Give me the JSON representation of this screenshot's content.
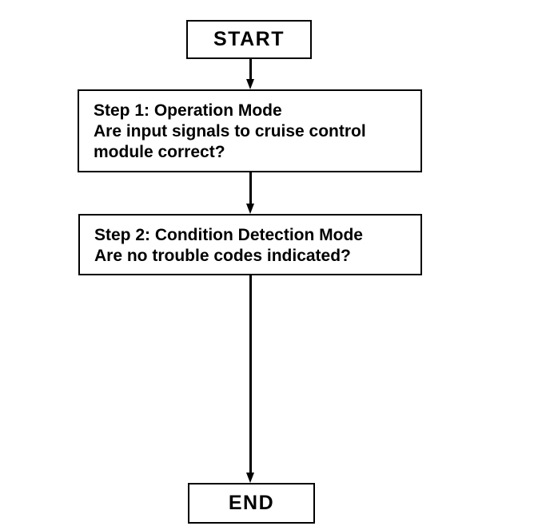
{
  "diagram": {
    "type": "flowchart",
    "orientation": "vertical",
    "background_color": "#ffffff",
    "line_color": "#000000",
    "nodes": [
      {
        "id": "start",
        "shape": "rectangle",
        "kind": "terminal",
        "label": "START"
      },
      {
        "id": "step1",
        "shape": "rectangle",
        "kind": "process",
        "lines": [
          "Step 1: Operation Mode",
          "Are input signals to cruise control",
          "module correct?"
        ]
      },
      {
        "id": "step2",
        "shape": "rectangle",
        "kind": "process",
        "lines": [
          "Step 2: Condition Detection Mode",
          "Are no trouble codes indicated?"
        ]
      },
      {
        "id": "end",
        "shape": "rectangle",
        "kind": "terminal",
        "label": "END"
      }
    ],
    "connectors": [
      {
        "id": "start-step1",
        "from": "start",
        "to": "step1",
        "arrow": "down"
      },
      {
        "id": "step1-step2",
        "from": "step1",
        "to": "step2",
        "arrow": "down"
      },
      {
        "id": "step2-end",
        "from": "step2",
        "to": "end",
        "arrow": "down"
      }
    ]
  }
}
